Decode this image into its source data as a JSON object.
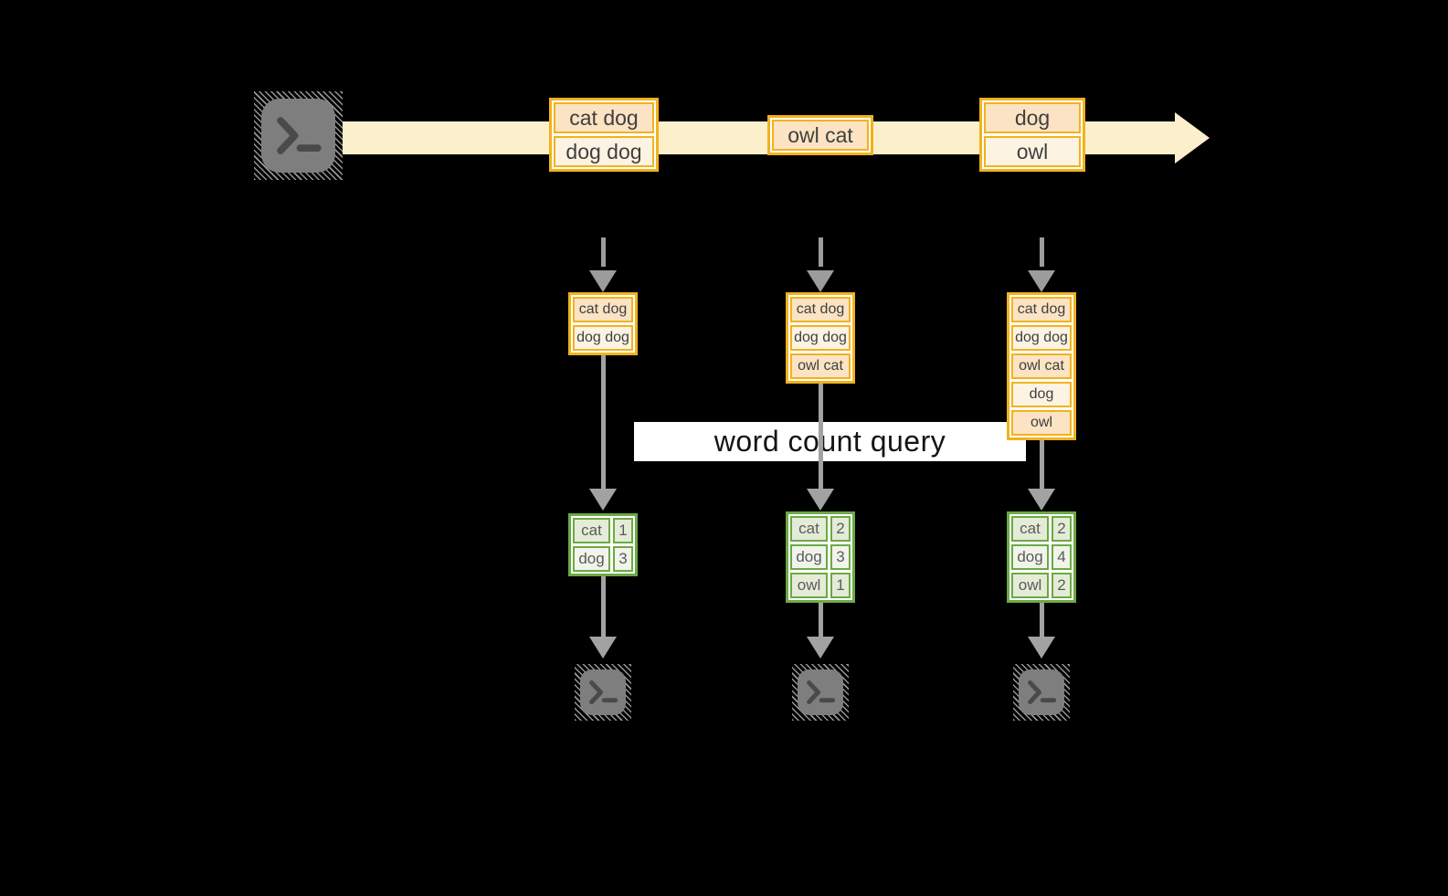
{
  "banner": {
    "label": "word count query"
  },
  "stream_events": [
    {
      "lines": [
        "cat dog",
        "dog dog"
      ]
    },
    {
      "lines": [
        "owl cat"
      ]
    },
    {
      "lines": [
        "dog",
        "owl"
      ]
    }
  ],
  "columns": [
    {
      "batch": [
        "cat dog",
        "dog dog"
      ],
      "counts": [
        {
          "word": "cat",
          "count": "1"
        },
        {
          "word": "dog",
          "count": "3"
        }
      ]
    },
    {
      "batch": [
        "cat dog",
        "dog dog",
        "owl cat"
      ],
      "counts": [
        {
          "word": "cat",
          "count": "2"
        },
        {
          "word": "dog",
          "count": "3"
        },
        {
          "word": "owl",
          "count": "1"
        }
      ]
    },
    {
      "batch": [
        "cat dog",
        "dog dog",
        "owl cat",
        "dog",
        "owl"
      ],
      "counts": [
        {
          "word": "cat",
          "count": "2"
        },
        {
          "word": "dog",
          "count": "4"
        },
        {
          "word": "owl",
          "count": "2"
        }
      ]
    }
  ],
  "icons": {
    "source": "terminal-icon",
    "sinks": "terminal-icon",
    "terminal_glyph": ">_"
  },
  "colors": {
    "background": "#000000",
    "stream_arrow": "#FCF0CC",
    "event_border": "#F2B21D",
    "event_fill_dark": "#FBE3C3",
    "event_fill_light": "#FDF3E3",
    "table_border": "#6CA944",
    "table_fill_dark": "#E4ECD8",
    "table_fill_light": "#F0F4EA",
    "arrow_gray": "#9E9E9E",
    "terminal_gray": "#7E7E7E",
    "banner_bg": "#FFFFFF"
  }
}
